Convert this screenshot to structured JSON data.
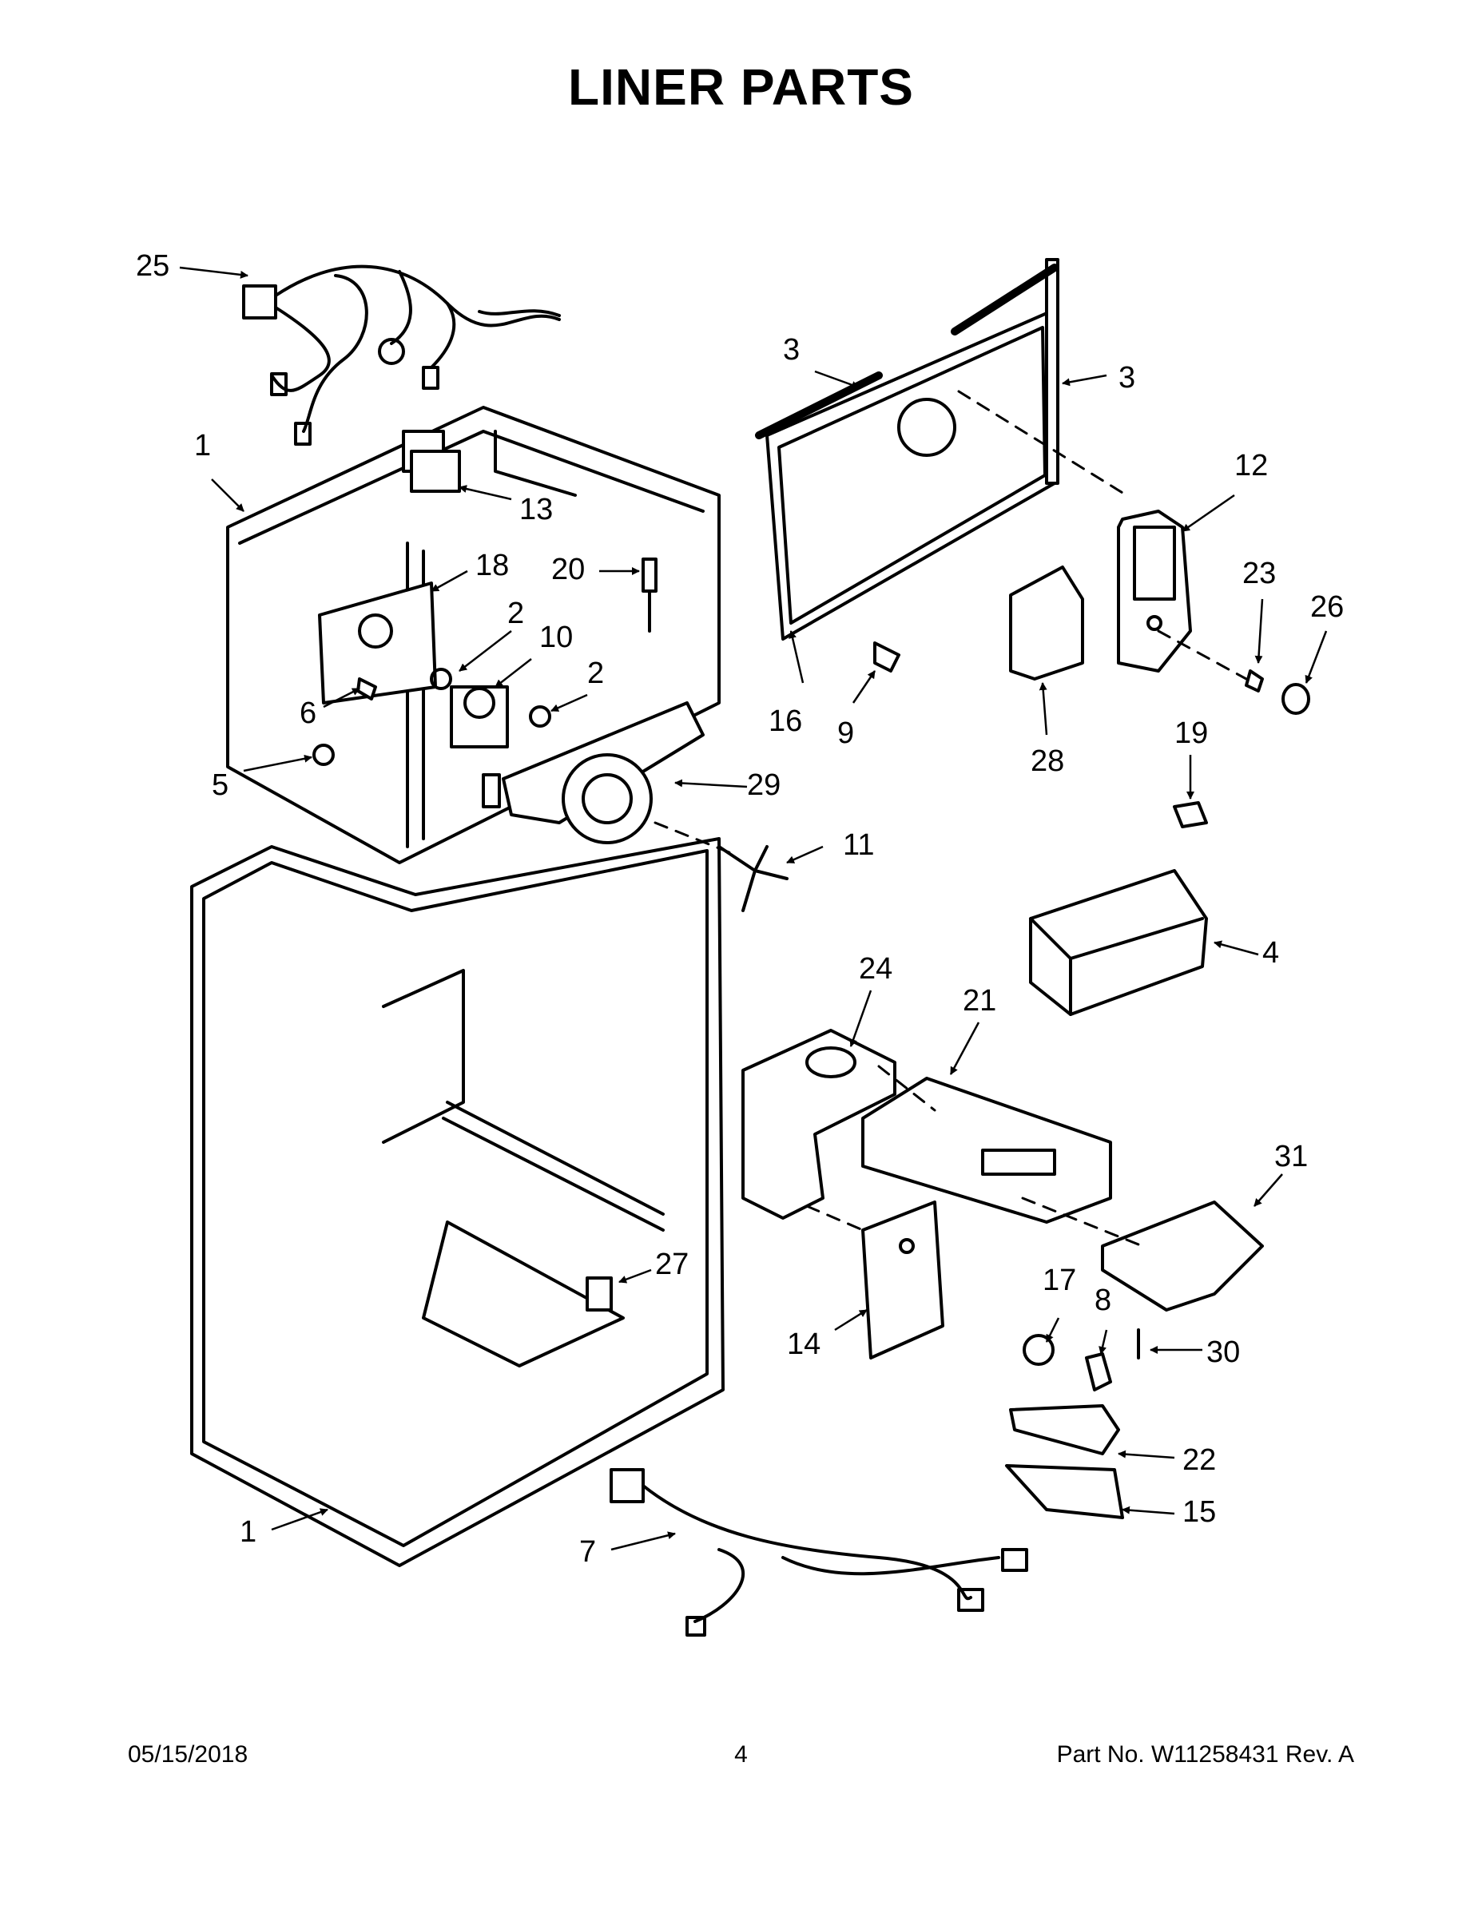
{
  "title": "LINER PARTS",
  "footer": {
    "date": "05/15/2018",
    "page": "4",
    "part_number": "Part No.  W11258431  Rev.  A"
  },
  "callouts": [
    "25",
    "3",
    "3",
    "1",
    "13",
    "12",
    "18",
    "20",
    "23",
    "26",
    "2",
    "10",
    "2",
    "6",
    "16",
    "9",
    "28",
    "5",
    "29",
    "19",
    "11",
    "4",
    "24",
    "21",
    "31",
    "27",
    "17",
    "8",
    "30",
    "14",
    "22",
    "1",
    "15",
    "7"
  ]
}
